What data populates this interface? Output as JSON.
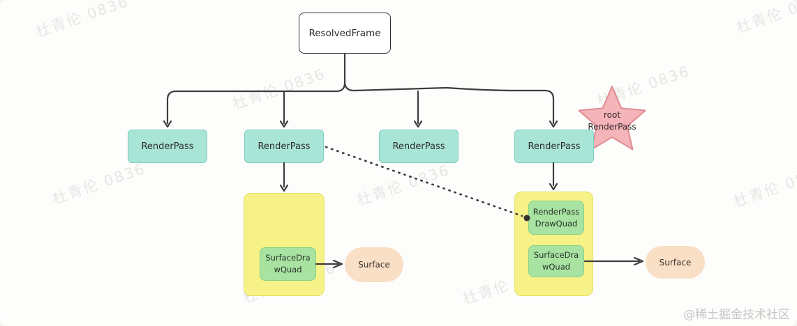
{
  "diagram": {
    "title_node": {
      "label": "ResolvedFrame"
    },
    "render_passes": [
      {
        "label": "RenderPass"
      },
      {
        "label": "RenderPass"
      },
      {
        "label": "RenderPass"
      },
      {
        "label": "RenderPass"
      }
    ],
    "star": {
      "line1": "root",
      "line2": "RenderPass"
    },
    "left_group": {
      "children": [
        {
          "label": "SurfaceDrawQuad"
        }
      ]
    },
    "right_group": {
      "children": [
        {
          "label": "RenderPassDrawQuad"
        },
        {
          "label": "SurfaceDrawQuad"
        }
      ]
    },
    "surfaces": [
      {
        "label": "Surface"
      },
      {
        "label": "Surface"
      }
    ]
  },
  "colors": {
    "render_pass_fill": "#a9e5d6",
    "render_pass_border": "#7ed0bf",
    "group_fill": "#f6f288",
    "group_border": "#e4df66",
    "quad_fill": "#a9e3a2",
    "quad_border": "#86cf85",
    "surface_fill": "#f9dfc5",
    "star_fill": "#f4b4b9",
    "star_border": "#e08b93",
    "line": "#3d3d3d",
    "frame_border": "#2f2f2f"
  },
  "watermark": {
    "text": "杜青伦 0836",
    "brand": "@稀土掘金技术社区"
  }
}
